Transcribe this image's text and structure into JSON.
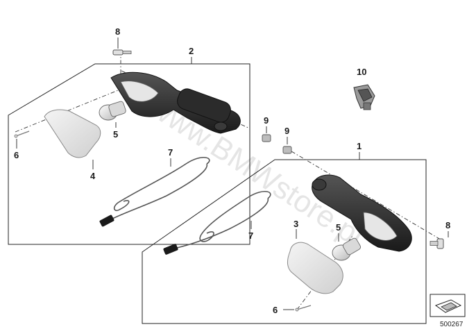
{
  "diagram": {
    "callouts": {
      "c1": "1",
      "c2": "2",
      "c3": "3",
      "c4": "4",
      "c5a": "5",
      "c5b": "5",
      "c6a": "6",
      "c6b": "6",
      "c7a": "7",
      "c7b": "7",
      "c8a": "8",
      "c8b": "8",
      "c9a": "9",
      "c9b": "9",
      "c10": "10"
    },
    "watermark": "www.BMWstore.pl",
    "catalog_number": "500267"
  }
}
